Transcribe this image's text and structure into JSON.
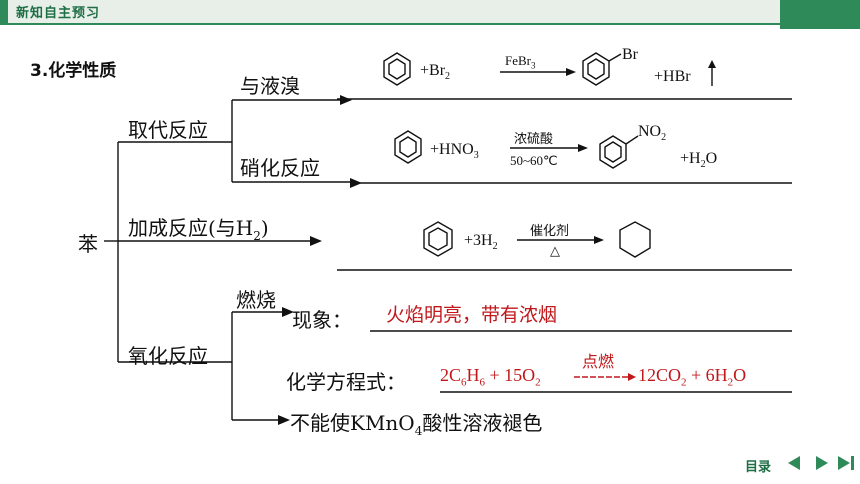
{
  "header": {
    "title": "新知自主预习"
  },
  "section": {
    "title": "3.化学性质"
  },
  "root": "苯",
  "branches": {
    "substitution": "取代反应",
    "bromination": "与液溴",
    "nitration": "硝化反应",
    "addition": "加成反应(与H",
    "addition_sub": "2",
    "addition_end": ")",
    "oxidation": "氧化反应",
    "combustion": "燃烧"
  },
  "bromination_eq": {
    "reagent": "+Br",
    "reagent_sub": "2",
    "catalyst": "FeBr",
    "catalyst_sub": "3",
    "product_group": "Br",
    "byproduct": "+HBr"
  },
  "nitration_eq": {
    "reagent": "+HNO",
    "reagent_sub": "3",
    "catalyst": "浓硫酸",
    "condition": "50~60℃",
    "product_group": "NO",
    "product_group_sub": "2",
    "byproduct": "+H",
    "byproduct_sub": "2",
    "byproduct_end": "O"
  },
  "addition_eq": {
    "reagent": "+3H",
    "reagent_sub": "2",
    "catalyst": "催化剂",
    "condition": "△"
  },
  "combustion": {
    "phenomenon_label": "现象：",
    "phenomenon": "火焰明亮，带有浓烟",
    "equation_label": "化学方程式：",
    "eq_a": "2C",
    "eq_a_sub1": "6",
    "eq_a_h": "H",
    "eq_a_sub2": "6",
    "eq_b": " + 15O",
    "eq_b_sub": "2",
    "eq_cond": "点燃",
    "eq_c": "12CO",
    "eq_c_sub": "2",
    "eq_d": " + 6H",
    "eq_d_sub": "2",
    "eq_d_end": "O"
  },
  "kmno4": {
    "text_a": "不能使KMnO",
    "sub": "4",
    "text_b": "酸性溶液褪色"
  },
  "nav": {
    "label": "目录"
  },
  "colors": {
    "accent": "#2f8a5a",
    "highlight": "#c0181b"
  }
}
